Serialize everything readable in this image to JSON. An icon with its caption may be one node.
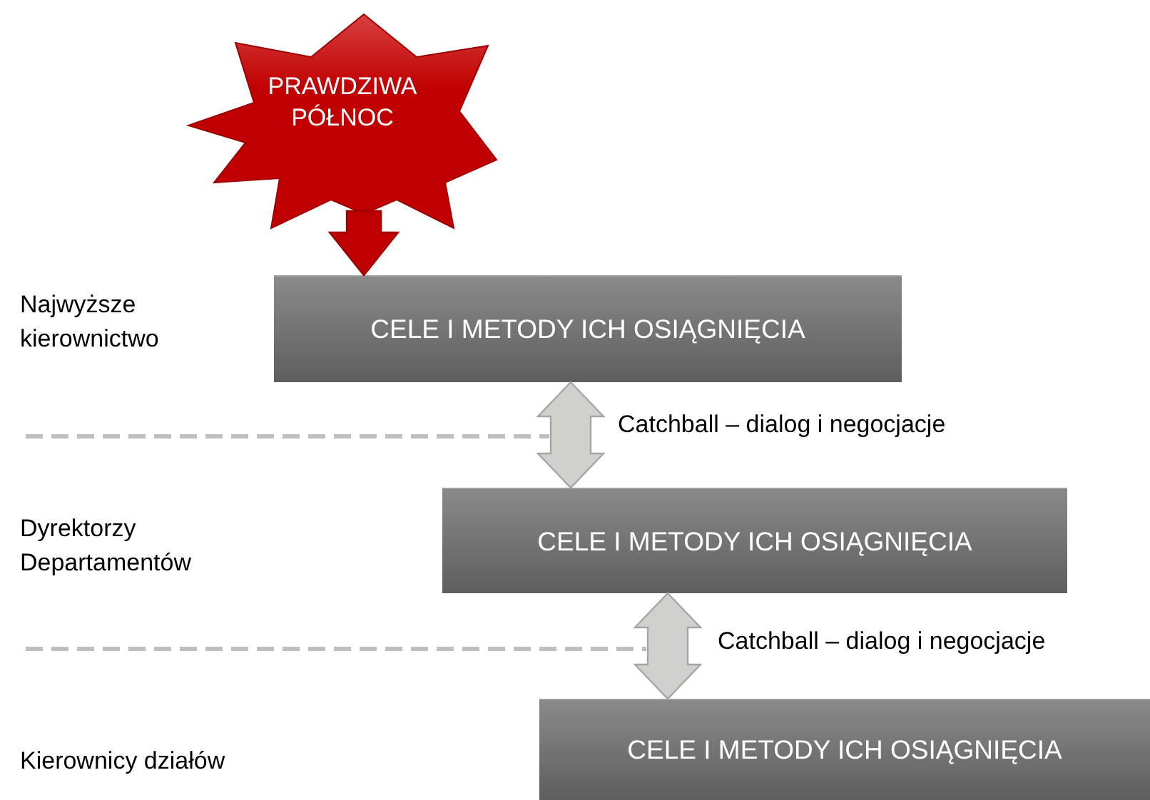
{
  "diagram": {
    "nodes": [
      {
        "text": [
          "PRAWDZIWA PÓŁNOC"
        ]
      },
      {
        "text": [
          "CELE I METODY ICH OSIĄGNIĘCIA"
        ]
      },
      {
        "text": [
          "CELE I METODY ICH OSIĄGNIĘCIA"
        ]
      },
      {
        "text": [
          "CELE I METODY ICH OSIĄGNIĘCIA"
        ]
      }
    ],
    "edges": [
      {
        "from": 0,
        "to": 1,
        "arrow": "to",
        "color": "#c00000"
      },
      {
        "from": 1,
        "to": 2,
        "arrow": "both",
        "label": "Catchball – dialog i negocjacje"
      },
      {
        "from": 2,
        "to": 3,
        "arrow": "both",
        "label": "Catchball – dialog i negocjacje"
      }
    ],
    "labels": [
      "Najwyższe kierownictwo",
      "Dyrektorzy Departamentów",
      "Kierownicy działów"
    ]
  }
}
